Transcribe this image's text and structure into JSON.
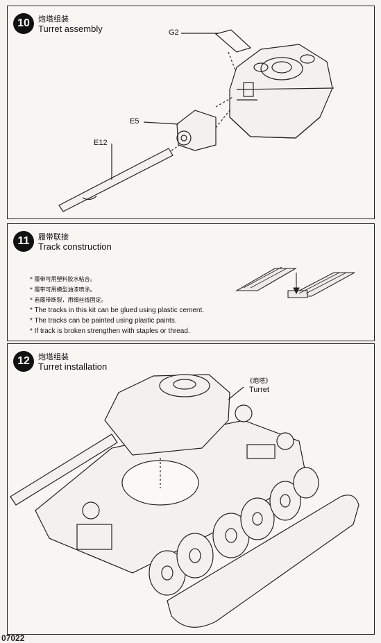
{
  "steps": [
    {
      "number": "10",
      "title_cn": "炮塔组装",
      "title_en": "Turret assembly",
      "callouts": {
        "g2": "G2",
        "e5": "E5",
        "e12": "E12"
      }
    },
    {
      "number": "11",
      "title_cn": "履带联接",
      "title_en": "Track construction",
      "notes": [
        "* 履带可用塑料胶水粘合。",
        "* 履带可用模型油漆喷涂。",
        "* 若履带断裂，用细丝线固定。",
        "* The tracks in this kit can be glued using plastic cement.",
        "* The tracks can be painted using plastic paints.",
        "*  If track is broken strengthen with staples or thread."
      ]
    },
    {
      "number": "12",
      "title_cn": "炮塔组装",
      "title_en": "Turret installation",
      "callouts": {
        "turret_cn": "《炮塔》",
        "turret_en": "Turret"
      }
    }
  ],
  "footer": "07022"
}
